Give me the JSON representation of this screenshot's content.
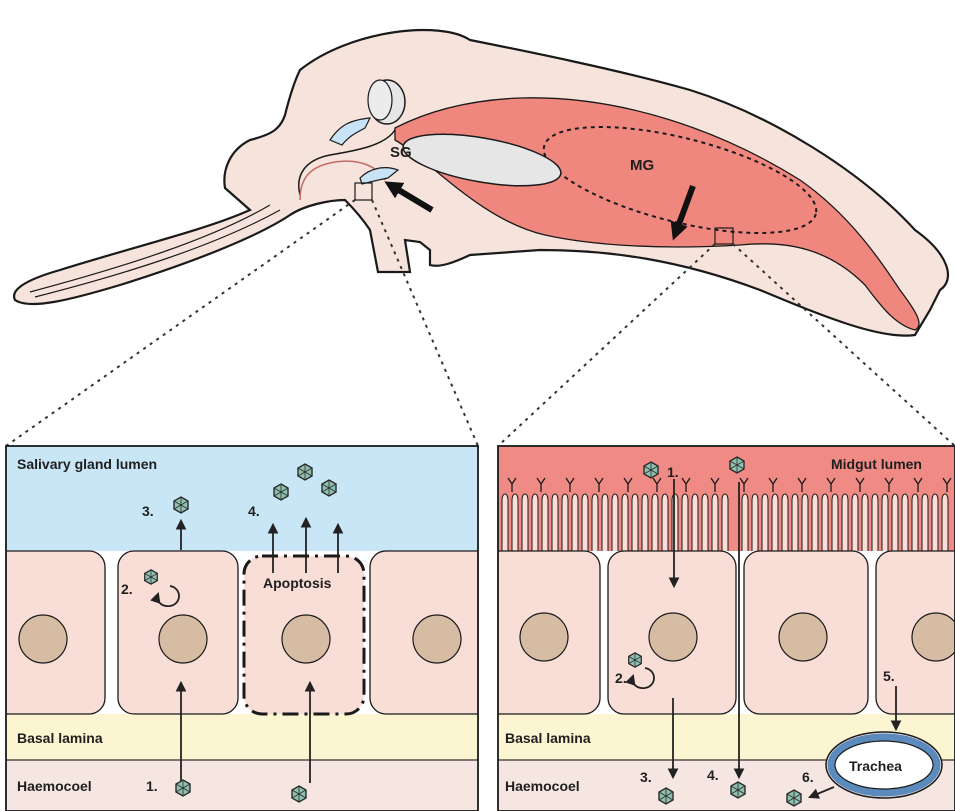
{
  "mosquito": {
    "sg_label": "SG",
    "mg_label": "MG"
  },
  "salivary_panel": {
    "lumen_label": "Salivary gland lumen",
    "basal_label": "Basal lamina",
    "haemocoel_label": "Haemocoel",
    "apoptosis_label": "Apoptosis",
    "steps": [
      "1.",
      "2.",
      "3.",
      "4."
    ]
  },
  "midgut_panel": {
    "lumen_label": "Midgut lumen",
    "basal_label": "Basal lamina",
    "haemocoel_label": "Haemocoel",
    "trachea_label": "Trachea",
    "steps": [
      "1.",
      "2.",
      "3.",
      "4.",
      "5.",
      "6."
    ]
  },
  "colors": {
    "body": "#f6e4dc",
    "gut": "#f0877f",
    "organ": "#e6e6e6",
    "sg": "#c7e3f5",
    "lumen_blue": "#c9e6f6",
    "lumen_red": "#f08a84",
    "cell": "#f9ded7",
    "nucleus": "#d5bca3",
    "basal": "#fbf5d2",
    "haemocoel": "#f5e6e1",
    "trachea": "#5b8bbd",
    "virus": "#8fbfae"
  }
}
